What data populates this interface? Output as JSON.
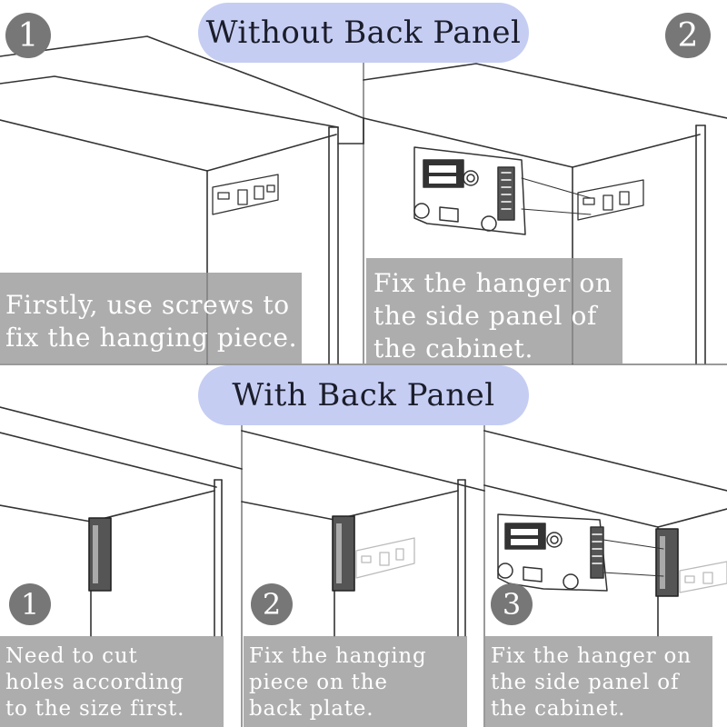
{
  "headings": {
    "without_back_panel": "Without Back Panel",
    "with_back_panel": "With Back Panel"
  },
  "steps_without": [
    {
      "number": "1",
      "caption": "Firstly, use screws to\nfix the hanging piece."
    },
    {
      "number": "2",
      "caption": "Fix the hanger on\nthe side panel of\nthe cabinet."
    }
  ],
  "steps_with": [
    {
      "number": "1",
      "caption": "Need to cut\nholes according\nto the size first."
    },
    {
      "number": "2",
      "caption": "Fix the hanging\npiece on the\nback plate."
    },
    {
      "number": "3",
      "caption": "Fix the hanger on\nthe side panel of\nthe cabinet."
    }
  ],
  "colors": {
    "heading_pill": "#c5cdf3",
    "badge": "#777777",
    "caption_overlay": "#969696",
    "line_art": "#333333"
  }
}
